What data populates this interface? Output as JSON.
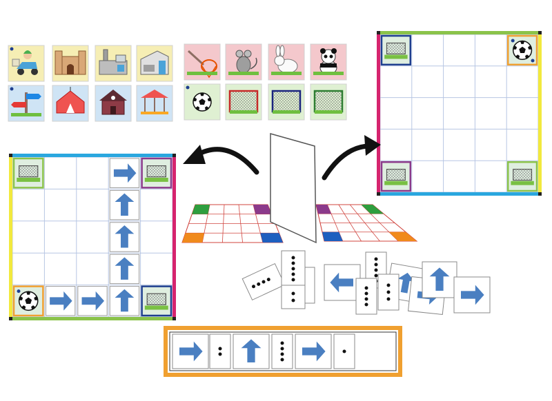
{
  "colors": {
    "arrow_blue": "#4a7fc1",
    "grid_line": "#b7c6e3",
    "border_green": "#8bc34a",
    "border_magenta": "#d6246e",
    "border_blue": "#2aa7df",
    "border_yellow": "#f2e93d",
    "orange": "#f0a030",
    "purple": "#8b3a8b",
    "navy": "#1f3f8f",
    "curved_arrow": "#111111"
  },
  "picture_cards": {
    "row1": [
      {
        "icon": "scooter-rider-icon",
        "bg": "#f6eeb4"
      },
      {
        "icon": "castle-icon",
        "bg": "#f6eeb4"
      },
      {
        "icon": "factory-icon",
        "bg": "#f6eeb4"
      },
      {
        "icon": "modern-house-icon",
        "bg": "#f6eeb4"
      },
      {
        "icon": "butterfly-net-icon",
        "bg": "#f4c8cc"
      },
      {
        "icon": "mouse-icon",
        "bg": "#f4c8cc"
      },
      {
        "icon": "rabbit-icon",
        "bg": "#f4c8cc"
      },
      {
        "icon": "panda-icon",
        "bg": "#f4c8cc"
      }
    ],
    "row2": [
      {
        "icon": "signpost-icon",
        "bg": "#cfe4f5"
      },
      {
        "icon": "circus-tent-icon",
        "bg": "#cfe4f5"
      },
      {
        "icon": "haunted-house-icon",
        "bg": "#cfe4f5"
      },
      {
        "icon": "carousel-icon",
        "bg": "#cfe4f5"
      },
      {
        "icon": "soccer-ball-icon",
        "bg": "#dff0d2"
      },
      {
        "icon": "goal-net-icon",
        "bg": "#dff0d2"
      },
      {
        "icon": "goal-net-icon",
        "bg": "#dff0d2"
      },
      {
        "icon": "goal-net-icon",
        "bg": "#dff0d2"
      }
    ]
  },
  "left_board": {
    "rows": 5,
    "cols": 5,
    "cells": [
      {
        "r": 0,
        "c": 0,
        "item": "goal",
        "frame": "green"
      },
      {
        "r": 0,
        "c": 3,
        "item": "arrow",
        "dir": "right"
      },
      {
        "r": 0,
        "c": 4,
        "item": "goal",
        "frame": "purple"
      },
      {
        "r": 1,
        "c": 3,
        "item": "arrow",
        "dir": "up"
      },
      {
        "r": 2,
        "c": 3,
        "item": "arrow",
        "dir": "up"
      },
      {
        "r": 3,
        "c": 3,
        "item": "arrow",
        "dir": "up"
      },
      {
        "r": 4,
        "c": 0,
        "item": "ball",
        "frame": "orange"
      },
      {
        "r": 4,
        "c": 1,
        "item": "arrow",
        "dir": "right"
      },
      {
        "r": 4,
        "c": 2,
        "item": "arrow",
        "dir": "right"
      },
      {
        "r": 4,
        "c": 3,
        "item": "arrow",
        "dir": "up"
      },
      {
        "r": 4,
        "c": 4,
        "item": "goal",
        "frame": "navy"
      }
    ]
  },
  "right_board": {
    "rows": 5,
    "cols": 5,
    "cells": [
      {
        "r": 0,
        "c": 0,
        "item": "goal",
        "frame": "navy"
      },
      {
        "r": 0,
        "c": 4,
        "item": "ball",
        "frame": "orange"
      },
      {
        "r": 4,
        "c": 0,
        "item": "goal",
        "frame": "purple"
      },
      {
        "r": 4,
        "c": 4,
        "item": "goal",
        "frame": "green"
      }
    ]
  },
  "program_strip": [
    {
      "type": "arrow",
      "dir": "right"
    },
    {
      "type": "dots",
      "count": 2
    },
    {
      "type": "arrow",
      "dir": "up"
    },
    {
      "type": "dots",
      "count": 4
    },
    {
      "type": "arrow",
      "dir": "right"
    },
    {
      "type": "dots",
      "count": 1
    },
    {
      "type": "empty"
    }
  ],
  "dot_cards_pile": [
    2,
    4,
    5,
    3
  ],
  "arrow_cards_pile": [
    {
      "dir": "left"
    },
    {
      "dots": 5
    },
    {
      "dir": "up"
    },
    {
      "dots": 4
    },
    {
      "dots": 3
    },
    {
      "dir": "up"
    },
    {
      "dir": "right"
    }
  ],
  "pile_arrow_directions": [
    "left",
    "up",
    "up",
    "right",
    "right"
  ]
}
